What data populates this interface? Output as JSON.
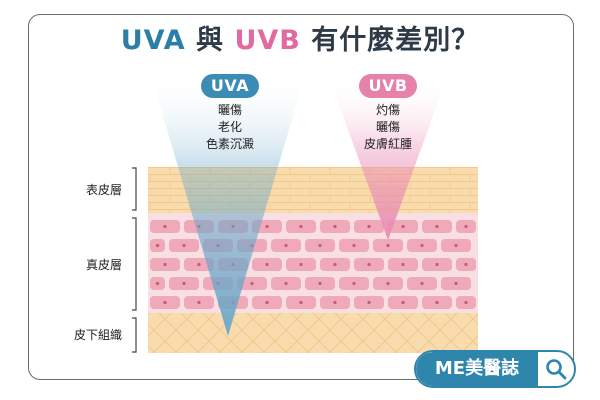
{
  "title": {
    "part1": "UVA",
    "part2": " 與 ",
    "part3": "UVB",
    "part4": " 有什麼差別？"
  },
  "uva": {
    "label": "UVA",
    "effects": [
      "曬傷",
      "老化",
      "色素沉澱"
    ]
  },
  "uvb": {
    "label": "UVB",
    "effects": [
      "灼傷",
      "曬傷",
      "皮膚紅腫"
    ]
  },
  "layers": {
    "epidermis": "表皮層",
    "dermis": "真皮層",
    "subcutaneous": "皮下組織"
  },
  "badge": {
    "text": "ME美醫誌",
    "icon": "search-icon"
  },
  "colors": {
    "uva_title": "#2b7fa6",
    "uvb_title": "#e06c9f",
    "uva_pill": "#3a8cb4",
    "uvb_pill": "#e681a9",
    "uva_beam": "#6aa7c8",
    "uvb_beam": "#e98bb3",
    "epidermis": "#f8dcae",
    "dermis": "#f7dfe4",
    "cell": "#f0a9b9",
    "subcutaneous": "#f8dcae",
    "badge": "#2f86ad"
  }
}
